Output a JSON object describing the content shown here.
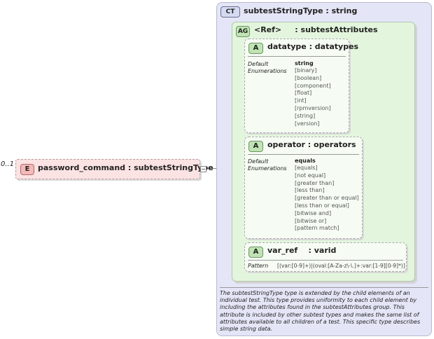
{
  "element": {
    "occurrence": "0..1",
    "badge": "E",
    "title": "password_command : subtestStringType"
  },
  "complex_type": {
    "badge": "CT",
    "title": "subtestStringType : string",
    "attribute_group": {
      "badge": "AG",
      "title": "<Ref>     : subtestAttributes",
      "attributes": [
        {
          "badge": "A",
          "title": "datatype : datatypes",
          "default_label": "Default",
          "default_value": "string",
          "enum_label": "Enumerations",
          "enumerations": [
            "[binary]",
            "[boolean]",
            "[component]",
            "[float]",
            "[int]",
            "[rpmversion]",
            "[string]",
            "[version]"
          ]
        },
        {
          "badge": "A",
          "title": "operator : operators",
          "default_label": "Default",
          "default_value": "equals",
          "enum_label": "Enumerations",
          "enumerations": [
            "[equals]",
            "[not equal]",
            "[greater than]",
            "[less than]",
            "[greater than or equal]",
            "[less than or equal]",
            "[bitwise and]",
            "[bitwise or]",
            "[pattern match]"
          ]
        },
        {
          "badge": "A",
          "title": "var_ref    : varid",
          "pattern_label": "Pattern",
          "pattern_value": "[(var:[0-9]+)|(oval:[A-Za-z\\-\\.]+:var:[1-9][0-9]*)]"
        }
      ]
    },
    "description": "The subtestStringType type is extended by the child elements of an individual test.  This type provides uniformity to each child element by including the attributes found in the subtestAttributes group.  This attribute is included by other subtest types and makes the same list of attributes available to all children of a test.  This specific type describes simple string data."
  }
}
